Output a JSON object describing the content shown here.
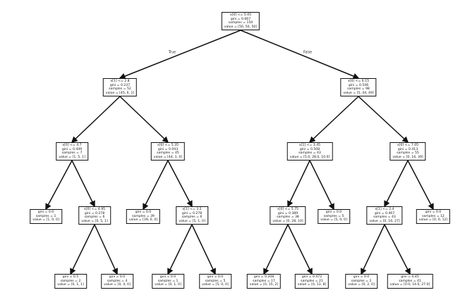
{
  "tree": {
    "edge_labels": {
      "true": "True",
      "false": "False"
    },
    "nodes": [
      {
        "id": "n0",
        "lines": [
          "x[0] <= 5.45",
          "gini = 0.667",
          "samples = 150",
          "value = [50, 50, 50]"
        ]
      },
      {
        "id": "n1",
        "lines": [
          "x[1] <= 2.8",
          "gini = 0.237",
          "samples = 52",
          "value = [45, 6, 1]"
        ]
      },
      {
        "id": "n2",
        "lines": [
          "x[0] <= 6.15",
          "gini = 0.546",
          "samples = 98",
          "value = [5, 44, 49]"
        ]
      },
      {
        "id": "n3",
        "lines": [
          "x[0] <= 4.7",
          "gini = 0.449",
          "samples = 7",
          "value = [1, 5, 1]"
        ]
      },
      {
        "id": "n4",
        "lines": [
          "x[0] <= 5.35",
          "gini = 0.043",
          "samples = 45",
          "value = [44, 1, 0]"
        ]
      },
      {
        "id": "n5",
        "lines": [
          "x[1] <= 3.45",
          "gini = 0.508",
          "samples = 43",
          "value = [5.0, 28.0, 10.0]"
        ]
      },
      {
        "id": "n6",
        "lines": [
          "x[0] <= 7.05",
          "gini = 0.413",
          "samples = 55",
          "value = [0, 16, 39]"
        ]
      },
      {
        "id": "n7",
        "lines": [
          "gini = 0.0",
          "samples = 1",
          "value = [1, 0, 0]"
        ]
      },
      {
        "id": "n8",
        "lines": [
          "x[0] <= 4.95",
          "gini = 0.278",
          "samples = 6",
          "value = [0, 5, 1]"
        ]
      },
      {
        "id": "n9",
        "lines": [
          "gini = 0.0",
          "samples = 39",
          "value = [39, 0, 0]"
        ]
      },
      {
        "id": "n10",
        "lines": [
          "x[1] <= 3.2",
          "gini = 0.278",
          "samples = 6",
          "value = [5, 1, 0]"
        ]
      },
      {
        "id": "n11",
        "lines": [
          "x[0] <= 5.75",
          "gini = 0.389",
          "samples = 38",
          "value = [0, 28, 10]"
        ]
      },
      {
        "id": "n12",
        "lines": [
          "gini = 0.0",
          "samples = 5",
          "value = [5, 0, 0]"
        ]
      },
      {
        "id": "n13",
        "lines": [
          "x[1] <= 2.4",
          "gini = 0.467",
          "samples = 43",
          "value = [0, 16, 27]"
        ]
      },
      {
        "id": "n14",
        "lines": [
          "gini = 0.0",
          "samples = 12",
          "value = [0, 0, 12]"
        ]
      },
      {
        "id": "n15",
        "lines": [
          "gini = 0.5",
          "samples = 2",
          "value = [0, 1, 1]"
        ]
      },
      {
        "id": "n16",
        "lines": [
          "gini = 0.0",
          "samples = 4",
          "value = [0, 4, 0]"
        ]
      },
      {
        "id": "n17",
        "lines": [
          "gini = 0.0",
          "samples = 1",
          "value = [0, 1, 0]"
        ]
      },
      {
        "id": "n18",
        "lines": [
          "gini = 0.0",
          "samples = 5",
          "value = [5, 0, 0]"
        ]
      },
      {
        "id": "n19",
        "lines": [
          "gini = 0.208",
          "samples = 17",
          "value = [0, 15, 2]"
        ]
      },
      {
        "id": "n20",
        "lines": [
          "gini = 0.472",
          "samples = 21",
          "value = [0, 13, 8]"
        ]
      },
      {
        "id": "n21",
        "lines": [
          "gini = 0.0",
          "samples = 2",
          "value = [0, 2, 0]"
        ]
      },
      {
        "id": "n22",
        "lines": [
          "gini = 0.45",
          "samples = 41",
          "value = [0.0, 14.0, 27.0]"
        ]
      }
    ],
    "edges": [
      [
        "n0",
        "n1"
      ],
      [
        "n0",
        "n2"
      ],
      [
        "n1",
        "n3"
      ],
      [
        "n1",
        "n4"
      ],
      [
        "n2",
        "n5"
      ],
      [
        "n2",
        "n6"
      ],
      [
        "n3",
        "n7"
      ],
      [
        "n3",
        "n8"
      ],
      [
        "n4",
        "n9"
      ],
      [
        "n4",
        "n10"
      ],
      [
        "n5",
        "n11"
      ],
      [
        "n5",
        "n12"
      ],
      [
        "n6",
        "n13"
      ],
      [
        "n6",
        "n14"
      ],
      [
        "n8",
        "n15"
      ],
      [
        "n8",
        "n16"
      ],
      [
        "n10",
        "n17"
      ],
      [
        "n10",
        "n18"
      ],
      [
        "n11",
        "n19"
      ],
      [
        "n11",
        "n20"
      ],
      [
        "n13",
        "n21"
      ],
      [
        "n13",
        "n22"
      ]
    ]
  }
}
